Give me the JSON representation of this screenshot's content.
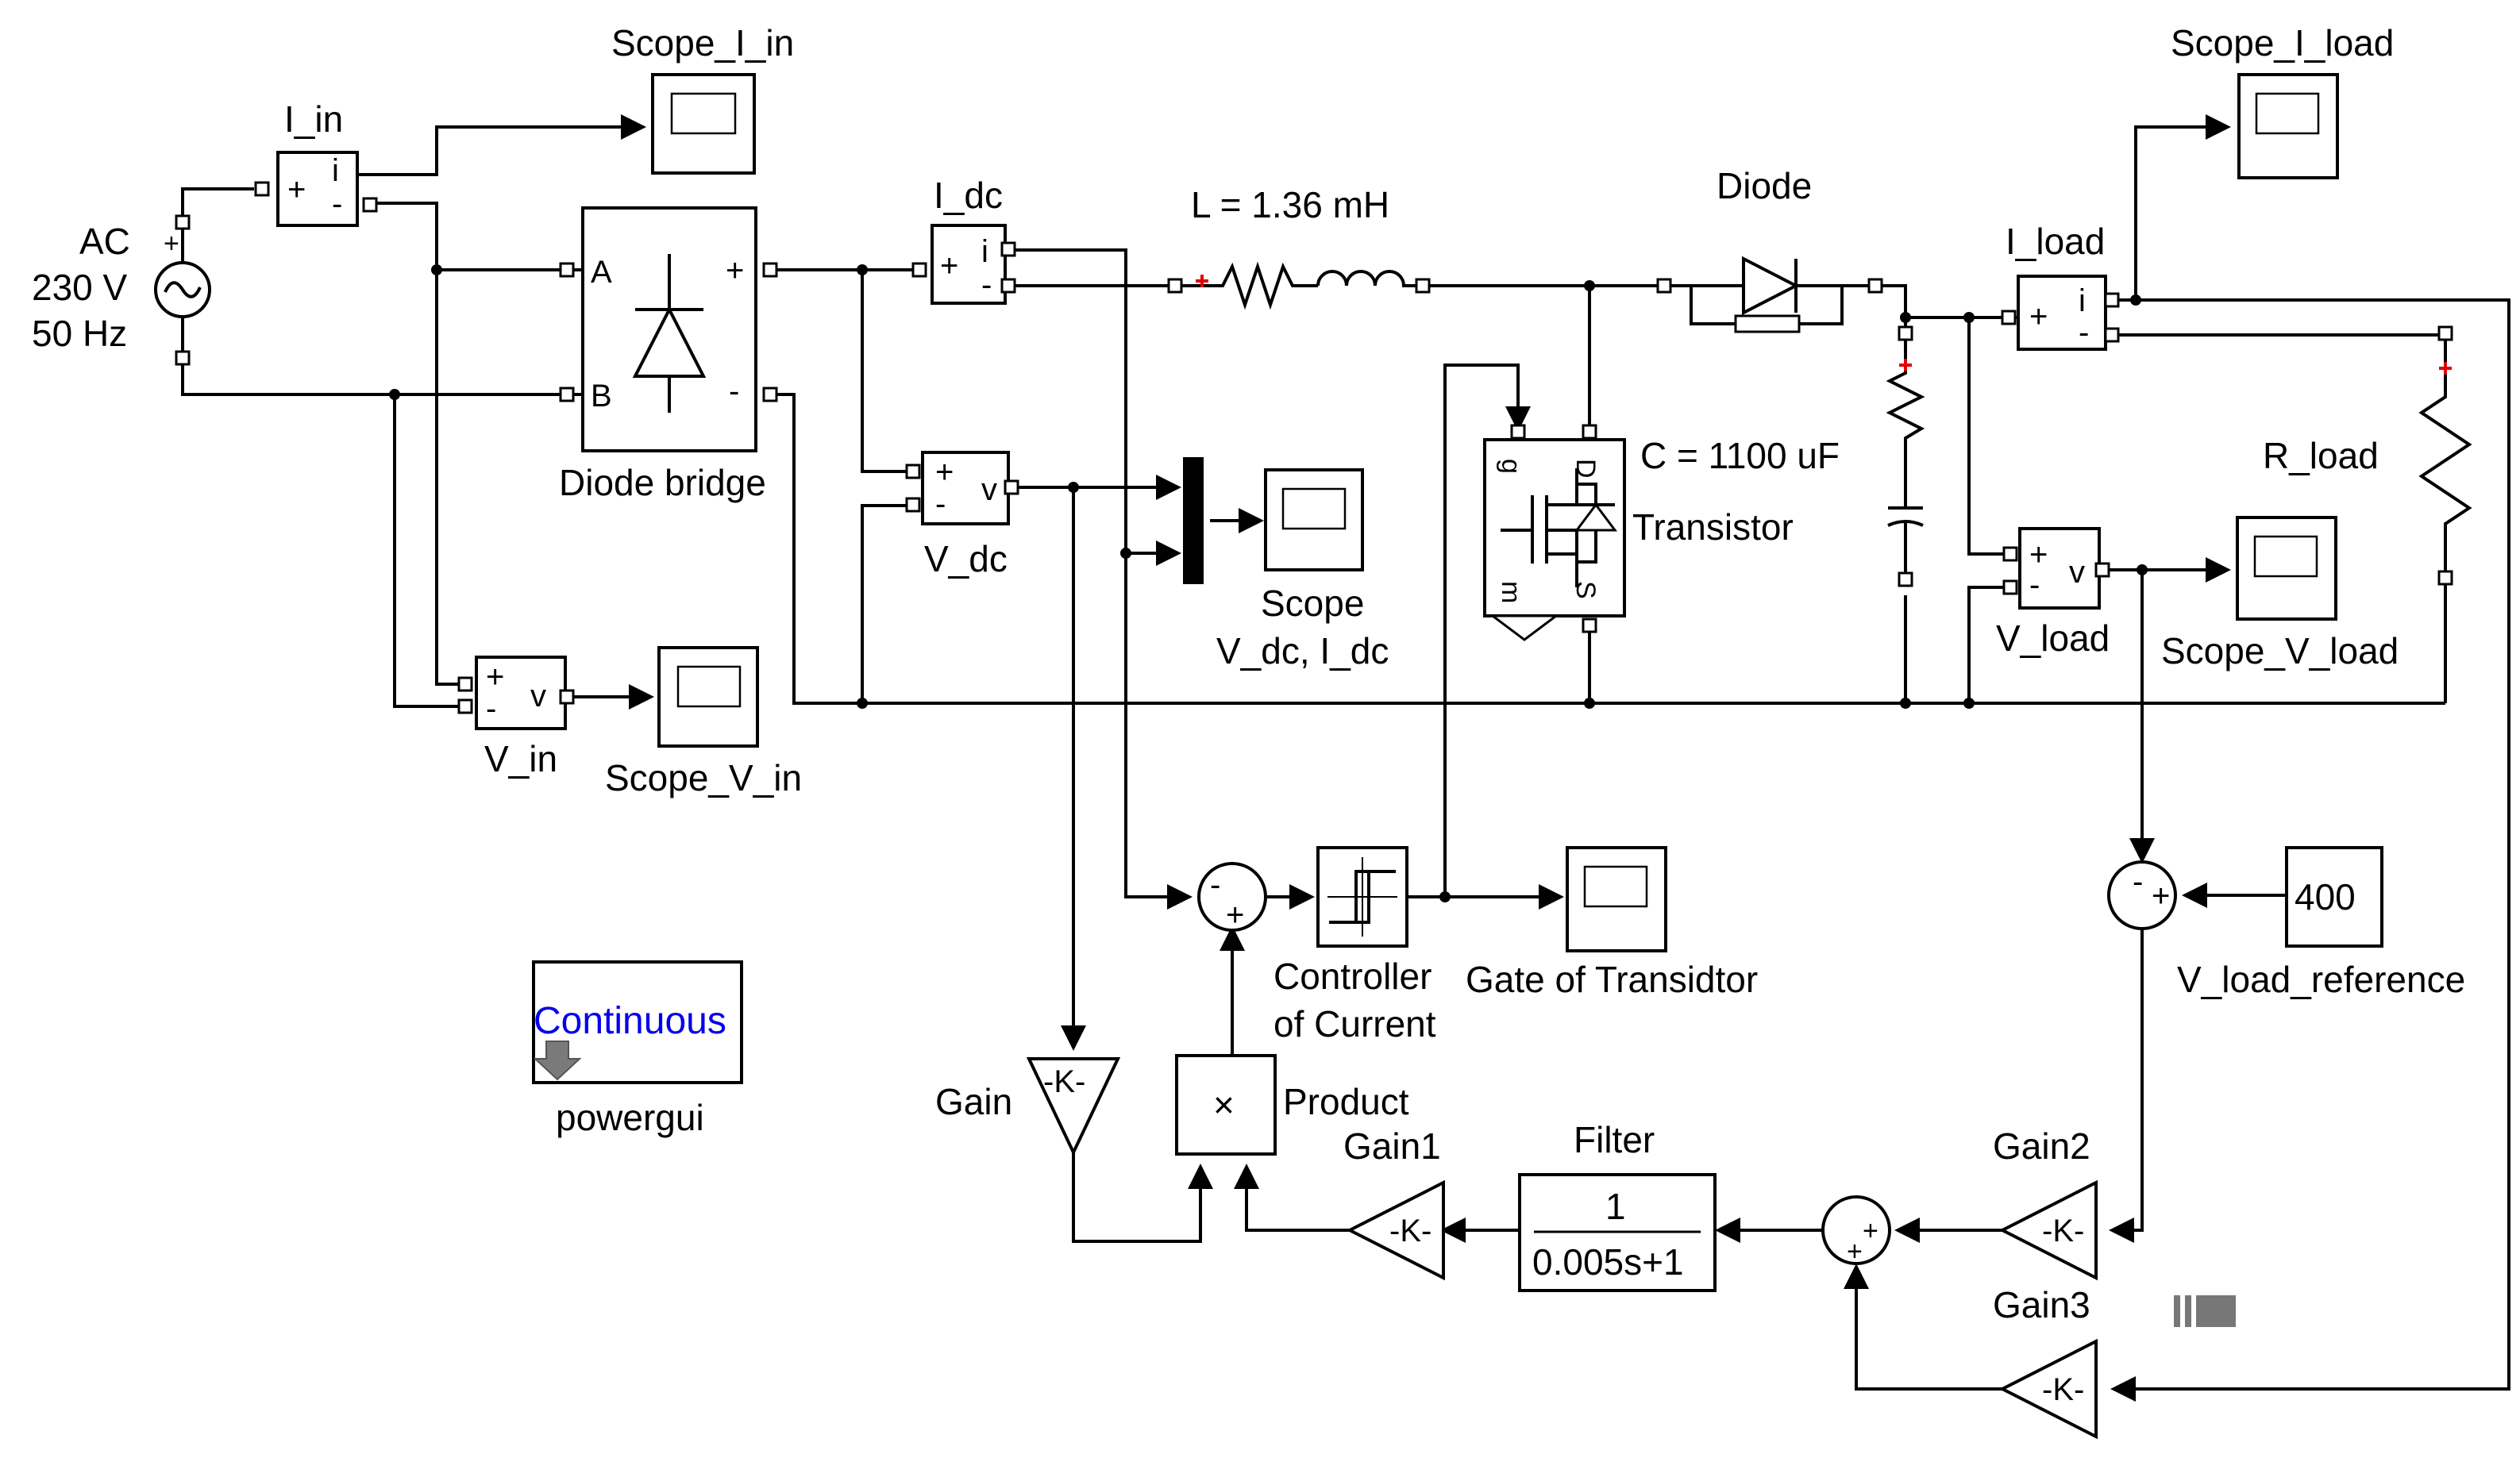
{
  "source": {
    "label_ac": "AC",
    "label_voltage": "230 V",
    "label_freq": "50 Hz"
  },
  "sensors": {
    "i_in": "I_in",
    "i_dc": "I_dc",
    "i_load": "I_load",
    "v_in": "V_in",
    "v_dc": "V_dc",
    "v_load": "V_load",
    "i_symbol": "i",
    "v_symbol": "v",
    "plus": "+",
    "minus": "-"
  },
  "scopes": {
    "scope_i_in": "Scope_I_in",
    "scope_v_in": "Scope_V_in",
    "scope_vdc_line1": "Scope",
    "scope_vdc_line2": "V_dc,  I_dc",
    "gate": "Gate of Transidtor",
    "scope_i_load": "Scope_I_load",
    "scope_v_load": "Scope_V_load"
  },
  "bridge": {
    "label": "Diode bridge",
    "port_a": "A",
    "port_b": "B",
    "port_plus": "+",
    "port_minus": "-"
  },
  "inductor": {
    "label": "L = 1.36 mH"
  },
  "diode": {
    "label": "Diode"
  },
  "capacitor": {
    "label": "C = 1100 uF"
  },
  "transistor": {
    "label": "Transistor",
    "pin_g": "g",
    "pin_d": "D",
    "pin_m": "m",
    "pin_s": "S"
  },
  "load": {
    "label": "R_load"
  },
  "controller": {
    "line1": "Controller",
    "line2": "of Current"
  },
  "powergui": {
    "mode": "Continuous",
    "label": "powergui"
  },
  "gains": {
    "gain": "Gain",
    "gain1": "Gain1",
    "gain2": "Gain2",
    "gain3": "Gain3",
    "k_text": "-K-"
  },
  "product": {
    "label": "Product",
    "symbol": "×"
  },
  "filter": {
    "label": "Filter",
    "numerator": "1",
    "denominator": "0.005s+1"
  },
  "reference": {
    "value": "400",
    "label": "V_load_reference"
  },
  "sums": {
    "plus": "+",
    "minus": "-"
  }
}
